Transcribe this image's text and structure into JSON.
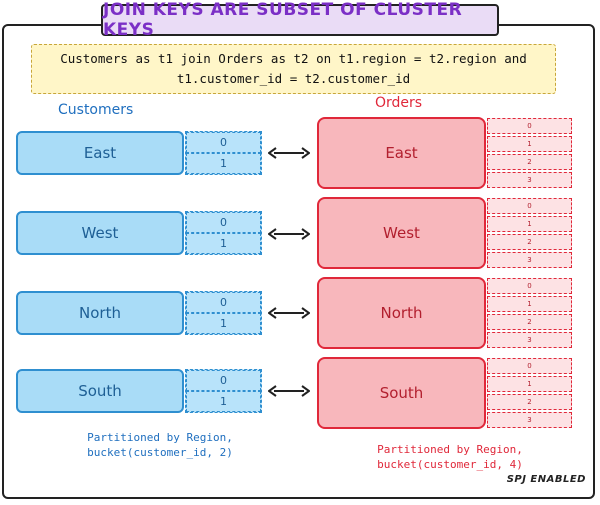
{
  "title": "JOIN KEYS ARE SUBSET OF CLUSTER KEYS",
  "query": {
    "line1": "Customers as t1 join Orders as t2 on t1.region = t2.region and",
    "line2": "t1.customer_id = t2.customer_id"
  },
  "customers": {
    "heading": "Customers",
    "regions": [
      "East",
      "West",
      "North",
      "South"
    ],
    "buckets": [
      "0",
      "1"
    ],
    "note_line1": "Partitioned by Region,",
    "note_line2": "bucket(customer_id, 2)"
  },
  "orders": {
    "heading": "Orders",
    "regions": [
      "East",
      "West",
      "North",
      "South"
    ],
    "buckets": [
      "0",
      "1",
      "2",
      "3"
    ],
    "note_line1": "Partitioned by Region,",
    "note_line2": "bucket(customer_id, 4)"
  },
  "badge": "SPJ ENABLED",
  "colors": {
    "title_bg": "#eadcf6",
    "title_text": "#7b2fc6",
    "query_bg": "#fff6c8",
    "customers_fill": "#a9dcf7",
    "customers_stroke": "#2f8fd0",
    "orders_fill": "#f8b7bc",
    "orders_stroke": "#e0283a"
  }
}
